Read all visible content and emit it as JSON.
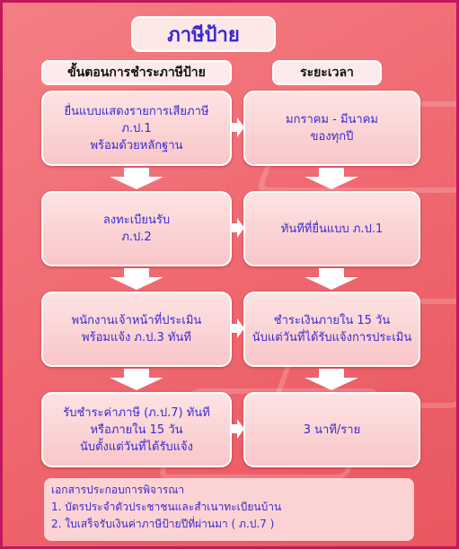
{
  "title": "ภาษีป้าย",
  "columns": {
    "left": "ขั้นตอนการชำระภาษีป้าย",
    "right": "ระยะเวลา"
  },
  "steps": [
    {
      "left": [
        "ยื่นแบบแสดงรายการเสียภาษี",
        "ภ.ป.1",
        "พร้อมด้วยหลักฐาน"
      ],
      "right": [
        "มกราคม - มีนาคม",
        "ของทุกปี"
      ]
    },
    {
      "left": [
        "ลงทะเบียนรับ",
        "ภ.ป.2"
      ],
      "right": [
        "ทันทีที่ยื่นแบบ ภ.ป.1"
      ]
    },
    {
      "left": [
        "พนักงานเจ้าหน้าที่ประเมิน",
        "พร้อมแจ้ง ภ.ป.3 ทันที"
      ],
      "right": [
        "ชำระเงินภายใน 15 วัน",
        "นับแต่วันที่ได้รับแจ้งการประเมิน"
      ]
    },
    {
      "left": [
        "รับชำระค่าภาษี (ภ.ป.7) ทันที",
        "หรือภายใน 15 วัน",
        "นับตั้งแต่วันที่ได้รับแจ้ง"
      ],
      "right": [
        "3 นาที/ราย"
      ]
    }
  ],
  "documents": {
    "heading": "เอกสารประกอบการพิจารณา",
    "items": [
      "1. บัตรประจำตัวประชาชนและสำเนาทะเบียนบ้าน",
      "2. ใบเสร็จรับเงินค่าภาษีป้ายปีที่ผ่านมา ( ภ.ป.7 )"
    ]
  },
  "colors": {
    "background": "#f06a72",
    "box": "#fbd6d7",
    "text": "#3a2ad0",
    "frame": "#c2185b"
  }
}
